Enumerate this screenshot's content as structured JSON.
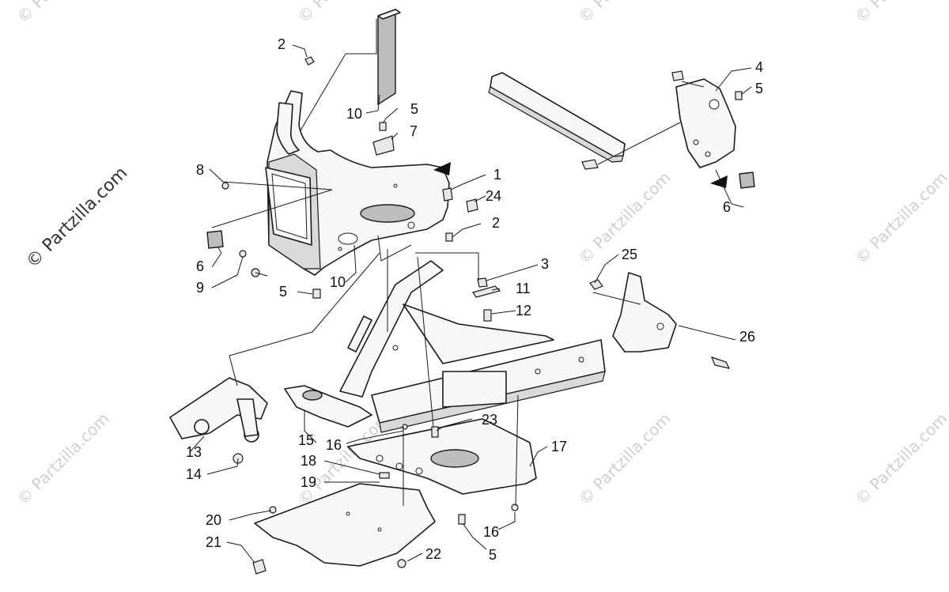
{
  "watermark": {
    "main_text": "© Partzilla.com",
    "tile_text": "© Partzilla.com",
    "color": "#cfcfcf"
  },
  "callouts": {
    "c1": "1",
    "c2a": "2",
    "c2b": "2",
    "c3": "3",
    "c4": "4",
    "c5a": "5",
    "c5b": "5",
    "c5c": "5",
    "c5d": "5",
    "c6a": "6",
    "c6b": "6",
    "c7": "7",
    "c8": "8",
    "c9": "9",
    "c10a": "10",
    "c10b": "10",
    "c11": "11",
    "c12": "12",
    "c13": "13",
    "c14": "14",
    "c15": "15",
    "c16a": "16",
    "c16b": "16",
    "c17": "17",
    "c18": "18",
    "c19": "19",
    "c20": "20",
    "c21": "21",
    "c22": "22",
    "c23": "23",
    "c24": "24",
    "c25": "25",
    "c26": "26"
  }
}
